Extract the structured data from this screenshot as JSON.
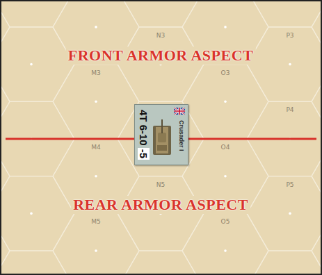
{
  "diagram": {
    "nodes": [
      {
        "text": [
          "4T 6-10",
          "-5",
          "Crusader I"
        ]
      }
    ],
    "labels": [
      "FRONT ARMOR ASPECT",
      "M3",
      "N3",
      "O3",
      "P3",
      "M4",
      "O4",
      "P4",
      "REAR ARMOR ASPECT",
      "M5",
      "N5",
      "O5",
      "P5"
    ]
  }
}
